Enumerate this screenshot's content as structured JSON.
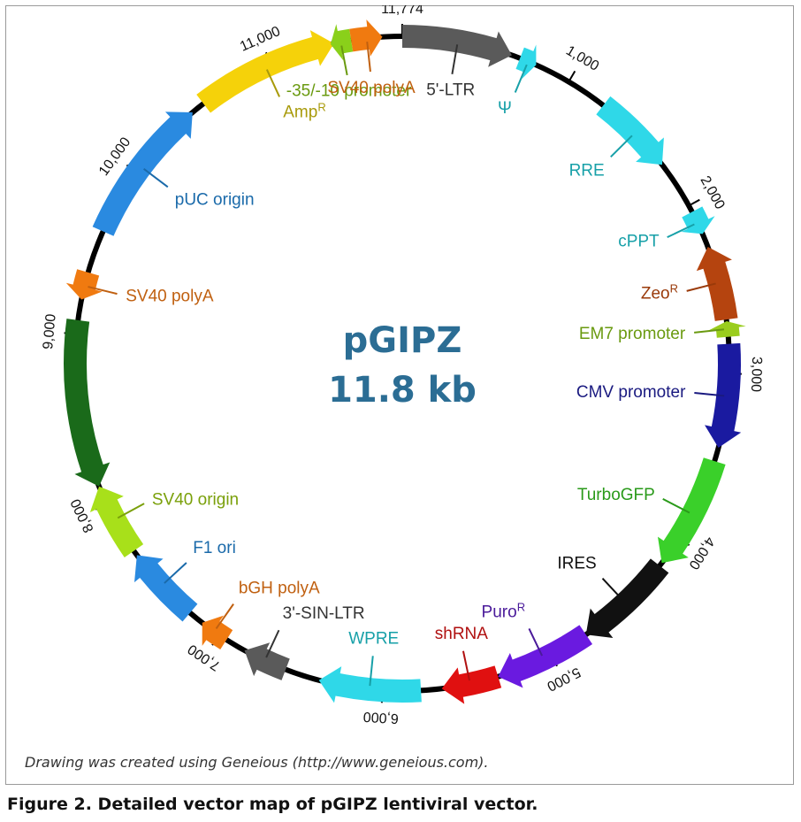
{
  "plasmid": {
    "name": "pGIPZ",
    "size": "11.8 kb",
    "length_bp": 11774
  },
  "credit": "Drawing was created using Geneious (http://www.geneious.com).",
  "caption": "Figure 2. Detailed vector map of pGIPZ lentiviral vector.",
  "ticks": [
    {
      "label": "11,774",
      "pos": 0
    },
    {
      "label": "1,000",
      "pos": 1000
    },
    {
      "label": "2,000",
      "pos": 2000
    },
    {
      "label": "3,000",
      "pos": 3000
    },
    {
      "label": "4,000",
      "pos": 4000
    },
    {
      "label": "5,000",
      "pos": 5000
    },
    {
      "label": "6,000",
      "pos": 6000
    },
    {
      "label": "7,000",
      "pos": 7000
    },
    {
      "label": "8,000",
      "pos": 8000
    },
    {
      "label": "9,000",
      "pos": 9000
    },
    {
      "label": "10,000",
      "pos": 10000
    },
    {
      "label": "11,000",
      "pos": 11000
    }
  ],
  "features": [
    {
      "name": "5'-LTR",
      "start": 0,
      "end": 640,
      "dir": 1,
      "color": "#5a5a5a",
      "label_color": "#333333"
    },
    {
      "name": "Ψ",
      "start": 690,
      "end": 790,
      "dir": 1,
      "color": "#2fd8e8",
      "label_color": "#17a0a8"
    },
    {
      "name": "RRE",
      "start": 1240,
      "end": 1720,
      "dir": 1,
      "color": "#2fd8e8",
      "label_color": "#17a0a8"
    },
    {
      "name": "cPPT",
      "start": 2040,
      "end": 2180,
      "dir": 1,
      "color": "#2fd8e8",
      "label_color": "#17a0a8"
    },
    {
      "name": "Zeo",
      "sup": "R",
      "start": 2260,
      "end": 2690,
      "dir": -1,
      "color": "#b5440f",
      "label_color": "#9a3a0a"
    },
    {
      "name": "EM7 promoter",
      "start": 2700,
      "end": 2790,
      "dir": -1,
      "color": "#9acd1e",
      "label_color": "#6a9a10"
    },
    {
      "name": "CMV promoter",
      "start": 2830,
      "end": 3430,
      "dir": 1,
      "color": "#1a1aa0",
      "label_color": "#1a1a80"
    },
    {
      "name": "TurboGFP",
      "start": 3510,
      "end": 4170,
      "dir": 1,
      "color": "#3ad02a",
      "label_color": "#2a9a1a"
    },
    {
      "name": "IRES",
      "start": 4190,
      "end": 4770,
      "dir": 1,
      "color": "#111111",
      "label_color": "#111111"
    },
    {
      "name": "Puro",
      "sup": "R",
      "start": 4770,
      "end": 5330,
      "dir": 1,
      "color": "#6a1ae0",
      "label_color": "#4a1a9a"
    },
    {
      "name": "shRNA",
      "start": 5330,
      "end": 5660,
      "dir": 1,
      "color": "#e01010",
      "label_color": "#b01010"
    },
    {
      "name": "WPRE",
      "start": 5780,
      "end": 6370,
      "dir": 1,
      "color": "#2fd8e8",
      "label_color": "#17a0a8"
    },
    {
      "name": "3'-SIN-LTR",
      "start": 6570,
      "end": 6830,
      "dir": 1,
      "color": "#5a5a5a",
      "label_color": "#333333"
    },
    {
      "name": "bGH polyA",
      "start": 6950,
      "end": 7120,
      "dir": 1,
      "color": "#f07a10",
      "label_color": "#c06010"
    },
    {
      "name": "F1 ori",
      "start": 7210,
      "end": 7660,
      "dir": 1,
      "color": "#2a8ae0",
      "label_color": "#1a6aaa"
    },
    {
      "name": "SV40 origin",
      "start": 7690,
      "end": 8110,
      "dir": 1,
      "color": "#a8e01a",
      "label_color": "#7aa00a"
    },
    {
      "name": "",
      "start": 8110,
      "end": 9080,
      "dir": -1,
      "color": "#1a6a1a",
      "label_color": "#1a6a1a"
    },
    {
      "name": "SV40 polyA",
      "start": 9200,
      "end": 9360,
      "dir": -1,
      "color": "#f07a10",
      "label_color": "#c06010"
    },
    {
      "name": "pUC origin",
      "start": 9610,
      "end": 10470,
      "dir": 1,
      "color": "#2a8ae0",
      "label_color": "#1a6aaa"
    },
    {
      "name": "Amp",
      "sup": "R",
      "start": 10550,
      "end": 11380,
      "dir": 1,
      "color": "#f5d20a",
      "label_color": "#a89a0a"
    },
    {
      "name": "-35/-10 promoter",
      "start": 11360,
      "end": 11480,
      "dir": -1,
      "color": "#8ad01a",
      "label_color": "#6a9a10"
    },
    {
      "name": "SV40 polyA",
      "start": 11480,
      "end": 11660,
      "dir": 1,
      "color": "#f07a10",
      "label_color": "#c06010"
    }
  ]
}
